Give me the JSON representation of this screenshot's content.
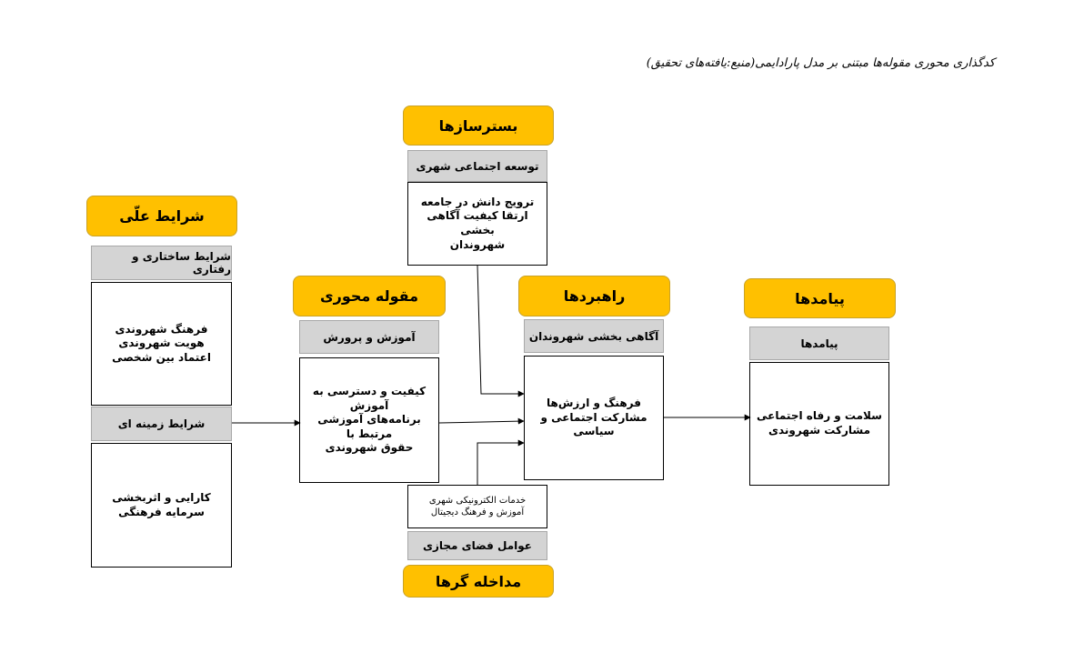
{
  "caption": "کدگذاری محوری مقوله‌ها مبتنی بر مدل پارادایمی(منبع:یافته‌های تحقیق)",
  "causal": {
    "title": "شرایط علّی",
    "sub1": "شرایط ساختاری و رفتاری",
    "items1": [
      "فرهنگ شهروندی",
      "هویت شهروندی",
      "اعتماد بین شخصی"
    ],
    "sub2": "شرایط زمینه ای",
    "items2": [
      "کارایی و اثربخشی",
      "سرمایه فرهنگی"
    ]
  },
  "context": {
    "title": "بسترسازها",
    "sub": "توسعه اجتماعی شهری",
    "items": [
      "ترویج دانش در جامعه",
      "ارتقا کیفیت آگاهی بخشی",
      "شهروندان"
    ]
  },
  "core": {
    "title": "مقوله محوری",
    "sub": "آموزش و پرورش",
    "items": [
      "کیفیت و دسترسی به",
      "آموزش",
      "برنامه‌های آموزشی مرتبط با",
      "حقوق شهروندی"
    ]
  },
  "strategies": {
    "title": "راهبردها",
    "sub": "آگاهی بخشی شهروندان",
    "items": [
      "فرهنگ و ارزش‌ها",
      "مشارکت اجتماعی و سیاسی"
    ]
  },
  "outcomes": {
    "title": "پیامدها",
    "sub": "پیامدها",
    "items": [
      "سلامت و رفاه اجتماعی",
      "مشارکت شهروندی"
    ]
  },
  "intervening": {
    "items": [
      "خدمات الکترونیکی شهری",
      "آموزش و فرهنگ دیجیتال"
    ],
    "sub": "عوامل فضای مجازی",
    "title": "مداخله گرها"
  },
  "colors": {
    "header": "#ffc000",
    "sub": "#d4d4d4",
    "border": "#000000"
  }
}
